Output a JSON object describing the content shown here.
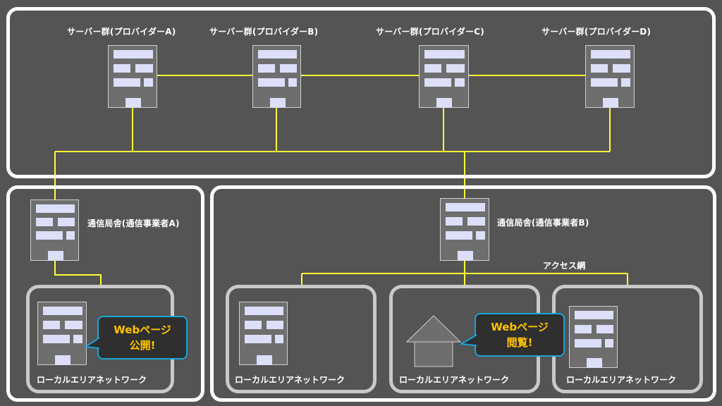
{
  "servers": [
    "サーバー群(プロバイダーA)",
    "サーバー群(プロバイダーB)",
    "サーバー群(プロバイダーC)",
    "サーバー群(プロバイダーD)"
  ],
  "offices": {
    "a": "通信局舎(通信事業者A)",
    "b": "通信局舎(通信事業者B)"
  },
  "access_net": "アクセス網",
  "lan_label": "ローカルエリアネットワーク",
  "bubbles": {
    "publish": [
      "Webページ",
      "公開!"
    ],
    "browse": [
      "Webページ",
      "閲覧!"
    ]
  },
  "colors": {
    "background": "#545454",
    "line": "#ffff33",
    "bubble_text": "#ffc400",
    "bubble_border": "#1aa3d6"
  }
}
